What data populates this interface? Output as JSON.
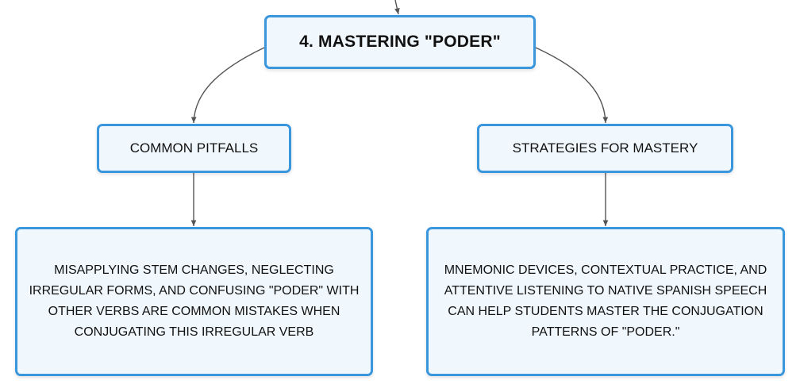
{
  "diagram": {
    "root": {
      "label": "4. MASTERING \"PODER\""
    },
    "branches": [
      {
        "label": "COMMON PITFALLS",
        "detail": "MISAPPLYING STEM CHANGES, NEGLECTING IRREGULAR FORMS, AND CONFUSING \"PODER\" WITH OTHER VERBS ARE COMMON MISTAKES WHEN CONJUGATING THIS IRREGULAR VERB"
      },
      {
        "label": "STRATEGIES FOR MASTERY",
        "detail": "MNEMONIC DEVICES, CONTEXTUAL PRACTICE, AND ATTENTIVE LISTENING TO NATIVE SPANISH SPEECH CAN HELP STUDENTS MASTER THE CONJUGATION PATTERNS OF \"PODER.\""
      }
    ]
  },
  "colors": {
    "node_border": "#3a96dd",
    "node_fill": "#f1f8fd",
    "connector": "#555555",
    "text": "#111111"
  }
}
